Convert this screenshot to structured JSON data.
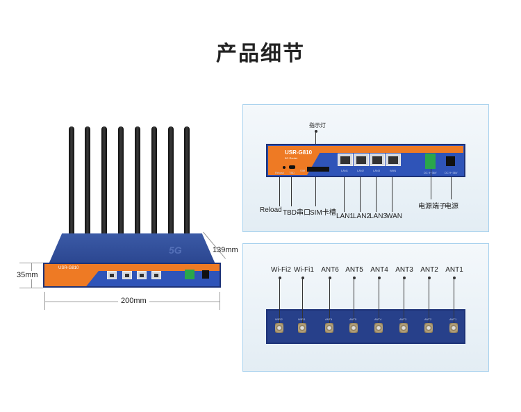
{
  "title": "产品细节",
  "device": {
    "model": "USR-G810",
    "subtitle": "5G Router",
    "brand_mark": "5G"
  },
  "dimensions": {
    "height": "35mm",
    "depth": "139mm",
    "width": "200mm"
  },
  "front_panel": {
    "indicator_label": "指示灯",
    "labels": [
      "Reload",
      "TBD串口",
      "SIM卡槽",
      "LAN1",
      "LAN2",
      "LAN3",
      "WAN",
      "电源端子",
      "电源"
    ],
    "silk": [
      "Reload",
      "TBD",
      "SIM",
      "LAN1",
      "LAN2",
      "LAN3",
      "WAN",
      "DC 9~36V",
      "DC 9~36V"
    ]
  },
  "rear_panel": {
    "labels": [
      "Wi-Fi2",
      "Wi-Fi1",
      "ANT6",
      "ANT5",
      "ANT4",
      "ANT3",
      "ANT2",
      "ANT1"
    ],
    "silk": [
      "WIFI2",
      "WIFI1",
      "ANT6",
      "ANT5",
      "ANT4",
      "ANT3",
      "ANT2",
      "ANT1"
    ]
  }
}
